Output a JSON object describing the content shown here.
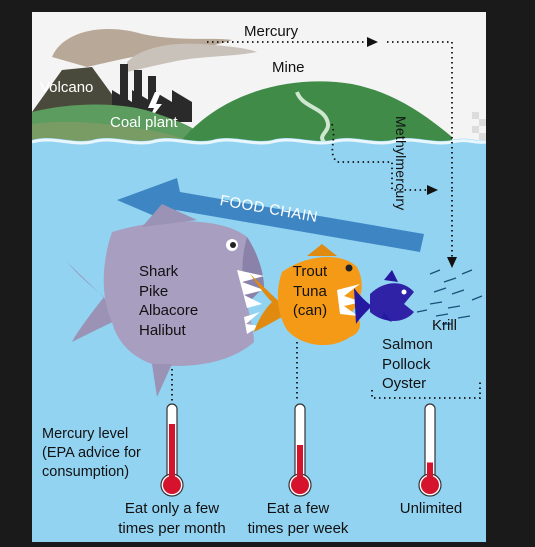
{
  "labels": {
    "volcano": "Volcano",
    "coal_plant": "Coal plant",
    "mine": "Mine",
    "mercury": "Mercury",
    "methylmercury": "Methylmercury",
    "food_chain": "FOOD CHAIN",
    "krill": "Krill"
  },
  "fish_groups": [
    {
      "species": [
        "Shark",
        "Pike",
        "Albacore",
        "Halibut"
      ]
    },
    {
      "species": [
        "Trout",
        "Tuna",
        "(can)"
      ]
    },
    {
      "species": [
        "Salmon",
        "Pollock",
        "Oyster"
      ]
    }
  ],
  "legend": {
    "mercury_level": [
      "Mercury level",
      "(EPA advice for",
      "consumption)"
    ]
  },
  "advice": [
    {
      "lines": [
        "Eat only a few",
        "times per month"
      ],
      "level": 0.8
    },
    {
      "lines": [
        "Eat a few",
        "times per week"
      ],
      "level": 0.5
    },
    {
      "lines": [
        "Unlimited"
      ],
      "level": 0.25
    }
  ],
  "colors": {
    "sky": "#f4f4f4",
    "water": "#92d3f2",
    "arrow": "#3d86c3",
    "shark": "#a79ec0",
    "trout": "#f59a16",
    "small_fish": "#2f22a6",
    "mercury_fill": "#d5132c",
    "land": "#5a9a5b"
  }
}
